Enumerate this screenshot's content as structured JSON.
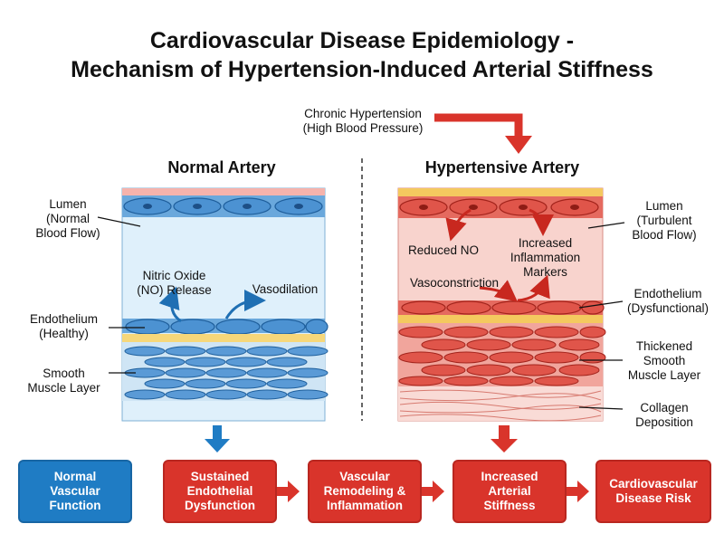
{
  "title_line1": "Cardiovascular Disease Epidemiology -",
  "title_line2": "Mechanism of Hypertension-Induced Arterial Stiffness",
  "trigger": {
    "line1": "Chronic Hypertension",
    "line2": "(High Blood Pressure)"
  },
  "normal": {
    "title": "Normal Artery",
    "lumen": [
      "Lumen",
      "(Normal",
      "Blood Flow)"
    ],
    "no_release": [
      "Nitric Oxide",
      "(NO) Release"
    ],
    "vasodilation": "Vasodilation",
    "endothelium": [
      "Endothelium",
      "(Healthy)"
    ],
    "smooth": [
      "Smooth",
      "Muscle Layer"
    ]
  },
  "hyper": {
    "title": "Hypertensive Artery",
    "reduced_no": "Reduced NO",
    "inflammation": [
      "Increased",
      "Inflammation",
      "Markers"
    ],
    "vasoconstriction": "Vasoconstriction",
    "lumen": [
      "Lumen",
      "(Turbulent",
      "Blood Flow)"
    ],
    "endothelium": [
      "Endothelium",
      "(Dysfunctional)"
    ],
    "thickened": [
      "Thickened",
      "Smooth",
      "Muscle Layer"
    ],
    "collagen": [
      "Collagen",
      "Deposition"
    ]
  },
  "flow": [
    {
      "label": [
        "Normal",
        "Vascular",
        "Function"
      ],
      "color": "#1f7cc4"
    },
    {
      "label": [
        "Sustained",
        "Endothelial",
        "Dysfunction"
      ],
      "color": "#d9342b"
    },
    {
      "label": [
        "Vascular",
        "Remodeling &",
        "Inflammation"
      ],
      "color": "#d9342b"
    },
    {
      "label": [
        "Increased",
        "Arterial",
        "Stiffness"
      ],
      "color": "#d9342b"
    },
    {
      "label": [
        "Cardiovascular",
        "Disease Risk"
      ],
      "color": "#d9342b"
    }
  ],
  "colors": {
    "blue": "#1f7cc4",
    "red": "#d9342b",
    "light_blue": "#d5ebf8",
    "light_red": "#f7c9c4"
  }
}
